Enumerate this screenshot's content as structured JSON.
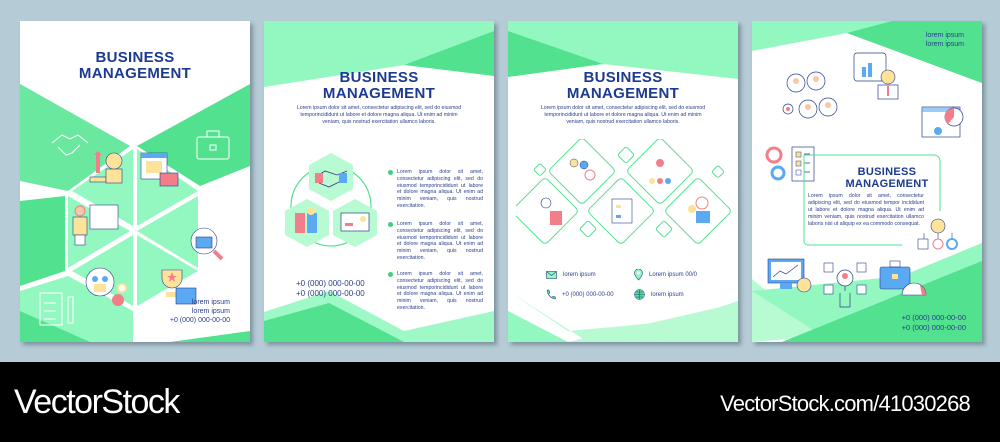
{
  "colors": {
    "background": "#b5cbd5",
    "green_dark": "#52e18f",
    "green_light": "#93f8c0",
    "green_pale": "#b8fad2",
    "title_blue": "#1c3a8f",
    "footer_bg": "#000000"
  },
  "pages": [
    {
      "title_line1": "BUSINESS",
      "title_line2": "MANAGEMENT",
      "contact_line1": "lorem ipsum",
      "contact_line2": "lorem ipsum",
      "phone": "+0 (000) 000-00-00",
      "icons": [
        "handshake-icon",
        "briefcase-icon",
        "money-growth-icon",
        "calendar-planning-icon",
        "presentation-icon",
        "job-search-icon",
        "team-management-icon",
        "trophy-icon",
        "checklist-icon"
      ]
    },
    {
      "title_line1": "BUSINESS",
      "title_line2": "MANAGEMENT",
      "intro": "Lorem ipsum dolor sit amet, consectetur adipiscing elit, sed do eiusmod temporincididunt ut labore et dolore magna aliqua. Ut enim ad minim veniam, quis nostrud exercitation ullamco laboris.",
      "bullets": [
        "Lorem ipsum dolor sit amet, consectetur adipiscing elit, sed do eiusmod temporincididunt ut labore et dolore magna aliqua. Ut enim ad minim veniam, quis nostrud exercitation.",
        "Lorem ipsum dolor sit amet, consectetur adipiscing elit, sed do eiusmod temporincididunt ut labore et dolore magna aliqua. Ut enim ad minim veniam, quis nostrud exercitation.",
        "Lorem ipsum dolor sit amet, consectetur adipiscing elit, sed do eiusmod temporincididunt ut labore et dolore magna aliqua. Ut enim ad minim veniam, quis nostrud exercitation."
      ],
      "phone1": "+0 (000) 000-00-00",
      "phone2": "+0 (000) 000-00-00",
      "icons": [
        "handshake-icon",
        "team-meeting-icon",
        "workflow-icon"
      ]
    },
    {
      "title_line1": "BUSINESS",
      "title_line2": "MANAGEMENT",
      "intro": "Lorem ipsum dolor sit amet, consectetur adipiscing elit, sed do eiusmod temporincididunt ut labore et dolore magna aliqua. Ut enim ad minim veniam, quis nostrud exercitation ullamco laboris.",
      "contacts": [
        {
          "icon": "mail-icon",
          "text": "lorem ipsum"
        },
        {
          "icon": "location-pin-icon",
          "text": "Lorem ipsum 00/0"
        },
        {
          "icon": "phone-icon",
          "text": "+0 (000) 000-00-00"
        },
        {
          "icon": "globe-icon",
          "text": "lorem ipsum"
        }
      ],
      "icons": [
        "manager-report-icon",
        "target-team-icon",
        "control-panel-icon",
        "org-structure-icon",
        "hr-search-icon"
      ]
    },
    {
      "title_line1": "BUSINESS",
      "title_line2": "MANAGEMENT",
      "top_line1": "lorem ipsum",
      "top_line2": "lorem ipsum",
      "body": "Lorem ipsum dolor sit amet, consectetur adipiscing elit, sed do eiusmod tempor incididunt ut labore et dolore magna aliqua. Ut enim ad minim veniam, quis nostrud exercitation ullamco laboris nisi ut aliquip ex ea commodo consequat.",
      "phone1": "+0 (000) 000-00-00",
      "phone2": "+0 (000) 000-00-00",
      "icons": [
        "network-people-icon",
        "analytics-presenter-icon",
        "dashboard-icon",
        "task-list-icon",
        "budget-flow-icon",
        "monitor-finance-icon",
        "recruit-search-icon",
        "briefcase-performance-icon"
      ]
    }
  ],
  "footer": {
    "brand": "VectorStock",
    "url": "VectorStock.com/41030268"
  }
}
